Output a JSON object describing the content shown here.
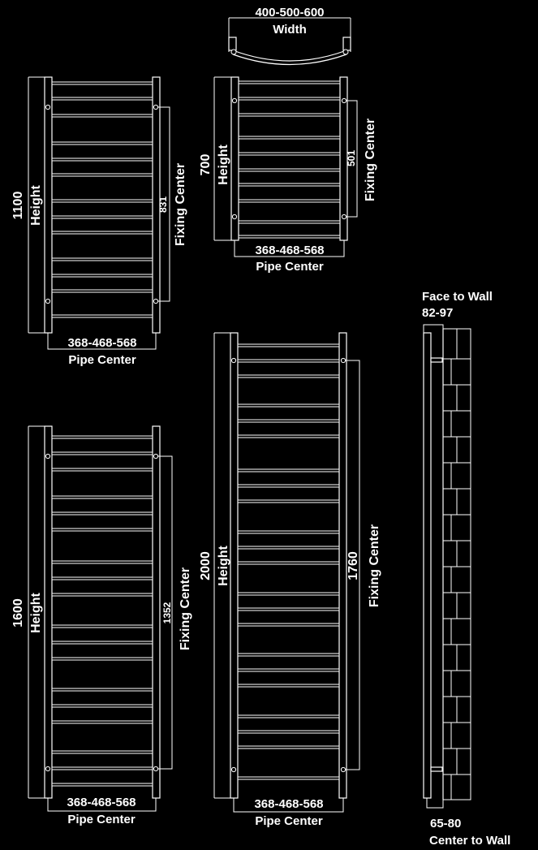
{
  "width_view": {
    "range": "400-500-600",
    "label": "Width"
  },
  "rad_1100": {
    "height": "1100",
    "height_label": "Height",
    "fixing": "831",
    "fixing_label": "Fixing Center",
    "pipe": "368-468-568",
    "pipe_label": "Pipe Center"
  },
  "rad_700": {
    "height": "700",
    "height_label": "Height",
    "fixing": "501",
    "fixing_label": "Fixing Center",
    "pipe": "368-468-568",
    "pipe_label": "Pipe Center"
  },
  "rad_1600": {
    "height": "1600",
    "height_label": "Height",
    "fixing": "1352",
    "fixing_label": "Fixing Center",
    "pipe": "368-468-568",
    "pipe_label": "Pipe Center"
  },
  "rad_2000": {
    "height": "2000",
    "height_label": "Height",
    "fixing": "1760",
    "fixing_label": "Fixing Center",
    "pipe": "368-468-568",
    "pipe_label": "Pipe Center"
  },
  "side_view": {
    "face_label": "Face to Wall",
    "face_value": "82-97",
    "center_value": "65-80",
    "center_label": "Center to Wall"
  }
}
